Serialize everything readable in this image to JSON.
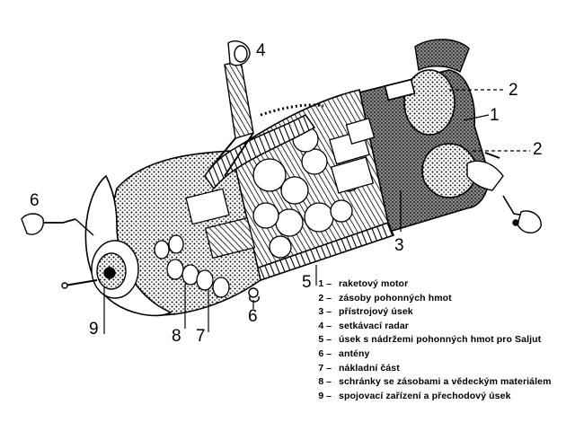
{
  "callouts": {
    "c1": "1",
    "c2a": "2",
    "c2b": "2",
    "c3": "3",
    "c4": "4",
    "c5": "5",
    "c6a": "6",
    "c6b": "6",
    "c7": "7",
    "c8": "8",
    "c9": "9"
  },
  "legend": [
    {
      "num": "1 –",
      "text": "raketový motor"
    },
    {
      "num": "2 –",
      "text": "zásoby pohonných hmot"
    },
    {
      "num": "3 –",
      "text": "přístrojový úsek"
    },
    {
      "num": "4 –",
      "text": "setkávací radar"
    },
    {
      "num": "5 –",
      "text": "úsek s nádržemi pohonných hmot pro Saljut"
    },
    {
      "num": "6 –",
      "text": "antény"
    },
    {
      "num": "7 –",
      "text": "nákladní část"
    },
    {
      "num": "8 –",
      "text": "schránky se zásobami a vědeckým materiálem"
    },
    {
      "num": "9 –",
      "text": "spojovací zařízení a přechodový úsek"
    }
  ],
  "style": {
    "ink": "#000000",
    "paper": "#ffffff",
    "shade": "#8a8a8a"
  }
}
